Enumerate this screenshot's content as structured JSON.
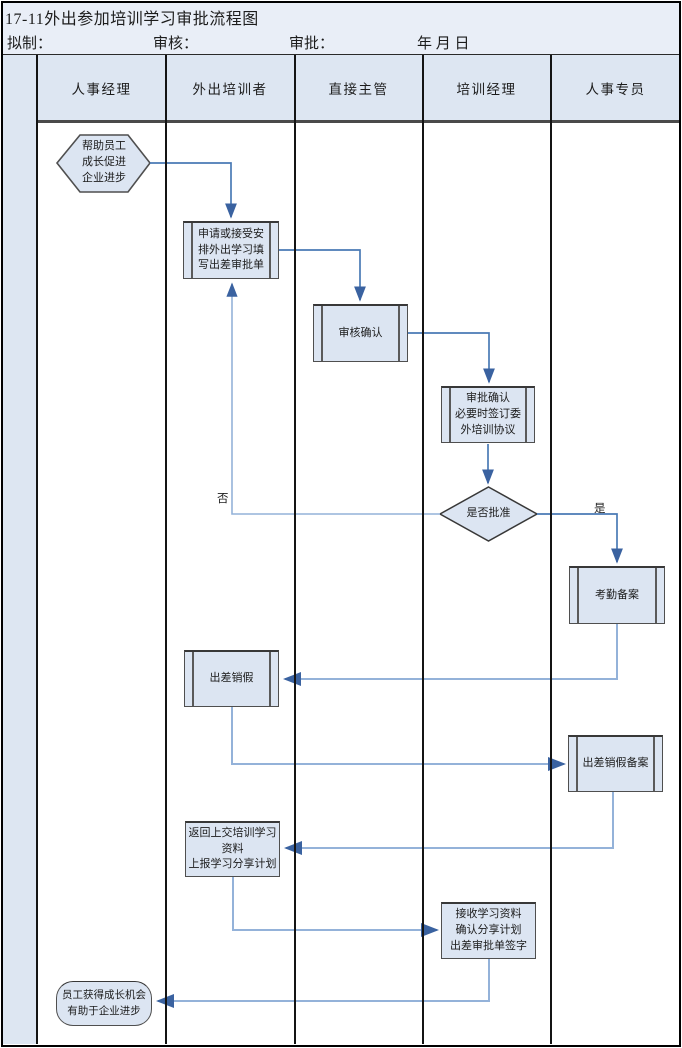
{
  "title": "17-11外出参加培训学习审批流程图",
  "meta": {
    "draft_label": "拟制：",
    "review_label": "审核：",
    "approve_label": "审批：",
    "date_label": "年 月 日"
  },
  "lanes": [
    {
      "label": "人事经理"
    },
    {
      "label": "外出培训者"
    },
    {
      "label": "直接主管"
    },
    {
      "label": "培训经理"
    },
    {
      "label": "人事专员"
    }
  ],
  "nodes": {
    "start": "帮助员工\n成长促进\n企业进步",
    "apply": "申请或接受安\n排外出学习填\n写出差审批单",
    "review": "审核确认",
    "approve": "审批确认\n必要时签订委\n外培训协议",
    "decision": "是否批准",
    "attendance": "考勤备案",
    "cancel_leave": "出差销假",
    "cancel_record": "出差销假备案",
    "return_materials": "返回上交培训学习\n资料\n上报学习分享计划",
    "receive_sign": "接收学习资料\n确认分享计划\n出差审批单签字",
    "end": "员工获得成长机会\n有助于企业进步"
  },
  "edge_labels": {
    "yes": "是",
    "no": "否"
  },
  "colors": {
    "band_bg": "#e9eef7",
    "header_bg": "#dde6f2",
    "node_fill": "#dce5f2",
    "node_border": "#4f4f4f",
    "connector_dark": "#4a7ab5",
    "connector_light": "#94b2d9",
    "arrow": "#3a62a0",
    "grid_line": "#141414"
  }
}
